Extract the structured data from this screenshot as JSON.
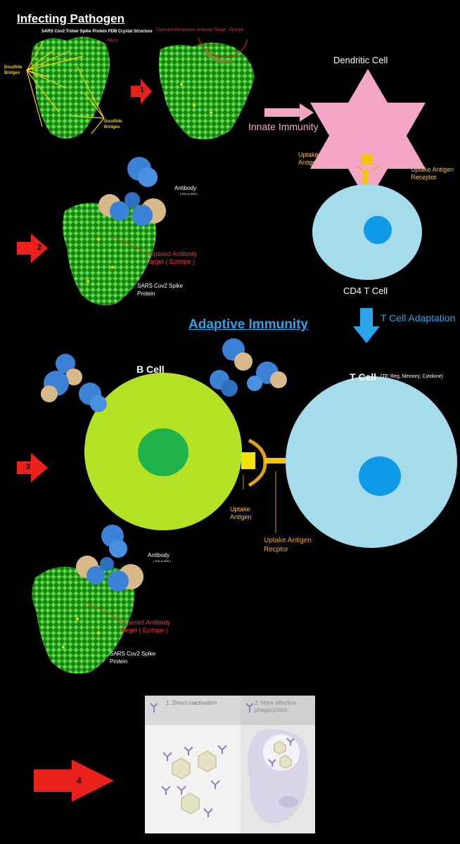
{
  "header": {
    "title": "Infecting Pathogen"
  },
  "panel1": {
    "structure_label": "SARS Cov2 Trimer Spike Protein PDB Crystal Structure",
    "alkcin_label": "Alkcin",
    "disulfide_left": [
      "Disulfide",
      "Bridges"
    ],
    "disulfide_right": [
      "Disulfide",
      "Bridges"
    ],
    "exposed_target_label": "Exposed Monoclonal Antibody Target - Epitope",
    "step_label": "1"
  },
  "innate": {
    "label": "Innate Immunity",
    "dendritic_label": "Dendritic Cell",
    "uptake_antigen": [
      "Uptake",
      "Antigen"
    ],
    "uptake_receptor": [
      "Uptake Antigen",
      "Receptor"
    ],
    "cd4_label": "CD4  T Cell",
    "adaptation_label": "T Cell Adaptation"
  },
  "panel2": {
    "step_label": "2",
    "antibody_label": "Antibody",
    "antibody_sub": "( IGA or IGM )",
    "epitope": [
      "Exposed Antibody",
      "Target ( Epitope )"
    ],
    "spike": [
      "SARS Cov2 Spike",
      "Protein"
    ]
  },
  "adaptive": {
    "title": "Adaptive Immunity",
    "b_cell_label": "B Cell",
    "t_cell_label": "T Cell",
    "t_cell_sub": "(TF, Reg, Memory, Cytokine)",
    "step_label": "3",
    "uptake_antigen": [
      "Uptake",
      "Antigen"
    ],
    "uptake_receptor": [
      "Uptake Antigen",
      "Recptor"
    ]
  },
  "panel3b": {
    "antibody_label": "Antibody",
    "antibody_sub": "( IGA or IGM )",
    "epitope": [
      "Exposed Antibody",
      "Target ( Epitope )"
    ],
    "spike": [
      "SARS Cov2 Spike",
      "Protein"
    ]
  },
  "panel4": {
    "step_label": "4",
    "mech1": "1. Direct inactivation",
    "mech2": [
      "2. More effective",
      "phagocytosis"
    ]
  },
  "colors": {
    "pink": "#f4a6c6",
    "blue": "#2aa3e8",
    "light_blue": "#a4dcec",
    "nucleus": "#0f9ae8",
    "b_cell": "#b4e224",
    "b_nucleus": "#22b24a",
    "yellow": "#f5c400",
    "red": "#e8211d",
    "protein_green": "#3ecf2e"
  }
}
